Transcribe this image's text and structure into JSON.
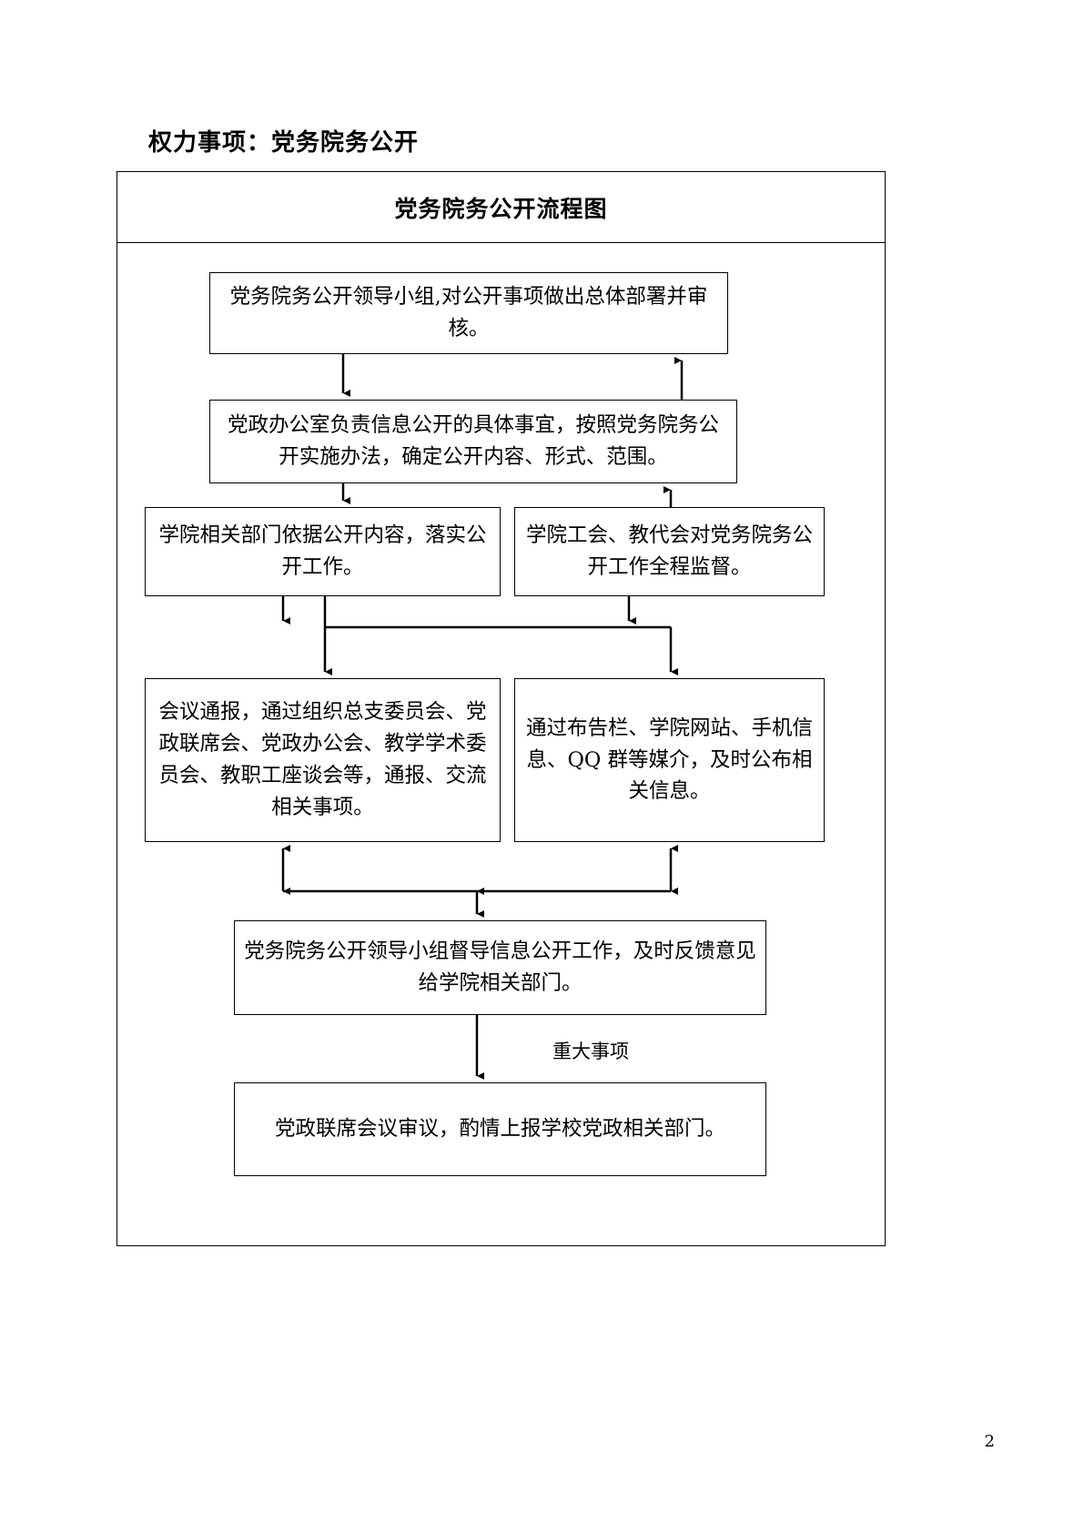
{
  "document": {
    "heading": "权力事项：党务院务公开",
    "chart_title": "党务院务公开流程图",
    "page_number": "2"
  },
  "flowchart": {
    "nodes": [
      {
        "id": "leadgroup",
        "text": "党务院务公开领导小组,对公开事项做出总体部署并审核。"
      },
      {
        "id": "office",
        "text": "党政办公室负责信息公开的具体事宜，按照党务院务公开实施办法，确定公开内容、形式、范围。"
      },
      {
        "id": "depts",
        "text": "学院相关部门依据公开内容，落实公开工作。"
      },
      {
        "id": "union",
        "text": "学院工会、教代会对党务院务公开工作全程监督。"
      },
      {
        "id": "meeting",
        "text": "会议通报，通过组织总支委员会、党政联席会、党政办公会、教学学术委员会、教职工座谈会等，通报、交流相关事项。"
      },
      {
        "id": "media",
        "text": "通过布告栏、学院网站、手机信息、QQ 群等媒介，及时公布相关信息。"
      },
      {
        "id": "supervise",
        "text": "党务院务公开领导小组督导信息公开工作，及时反馈意见给学院相关部门。"
      },
      {
        "id": "joint",
        "text": "党政联席会议审议，酌情上报学校党政相关部门。"
      }
    ],
    "edge_labels": {
      "major_matters": "重大事项"
    }
  },
  "colors": {
    "line": "#000000",
    "background": "#ffffff",
    "text": "#000000"
  }
}
